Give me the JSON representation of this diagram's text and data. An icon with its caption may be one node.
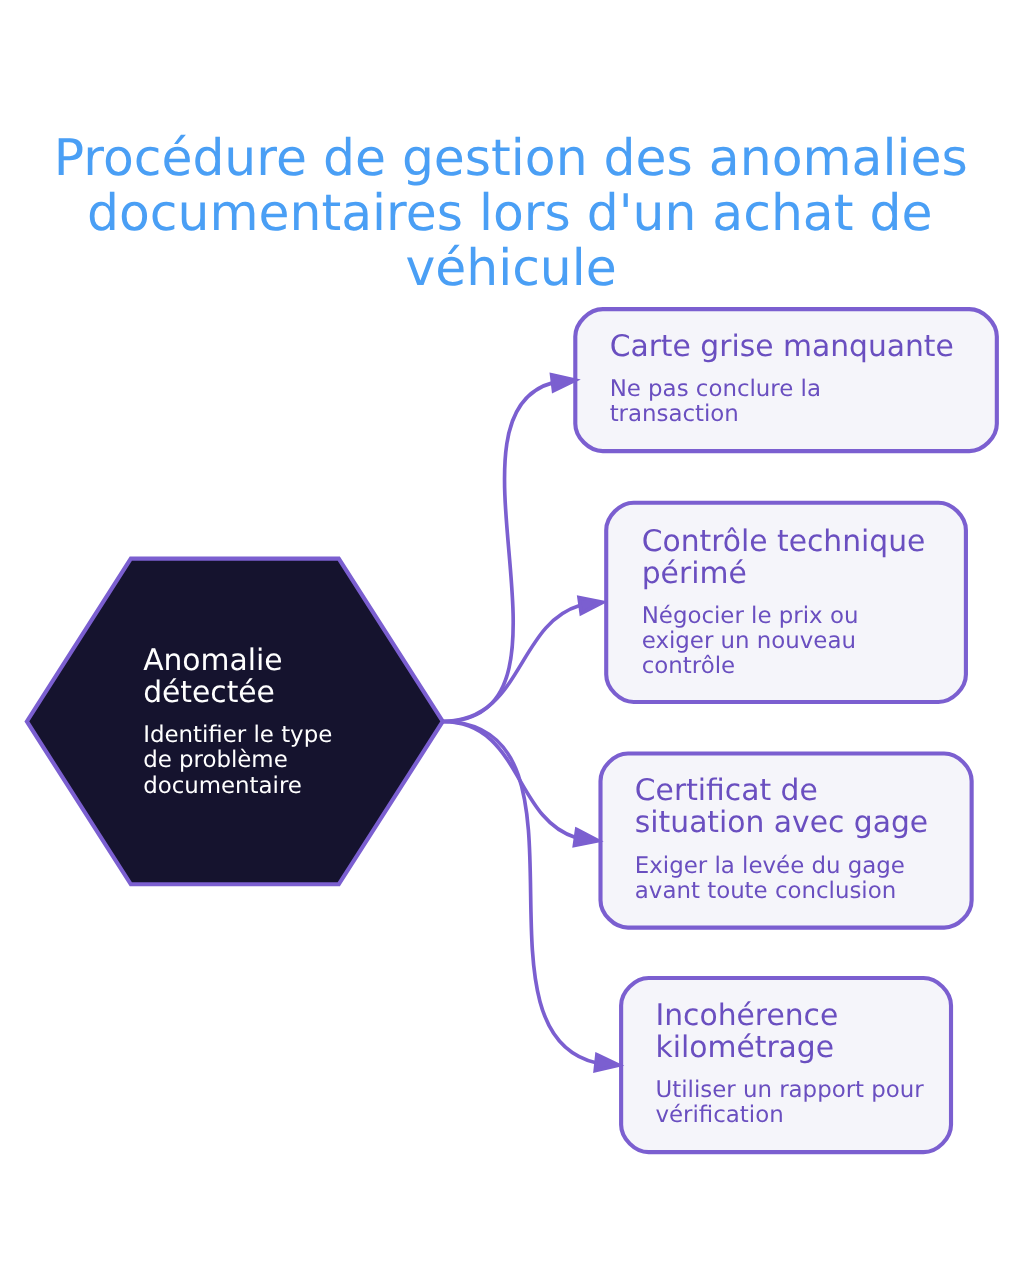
{
  "diagram": {
    "title": "Procédure de gestion des anomalies documentaires lors d'un achat de véhicule",
    "nodes": [
      {
        "text": [
          "Anomalie détectée",
          "Identifier le type de problème documentaire"
        ]
      },
      {
        "text": [
          "Carte grise manquante",
          "Ne pas conclure la transaction"
        ]
      },
      {
        "text": [
          "Contrôle technique périmé",
          "Négocier le prix ou exiger un nouveau contrôle"
        ]
      },
      {
        "text": [
          "Certificat de situation avec gage",
          "Exiger la levée du gage avant toute conclusion"
        ]
      },
      {
        "text": [
          "Incohérence kilométrage",
          "Utiliser un rapport pour vérification"
        ]
      }
    ],
    "edges": [
      {
        "from": 0,
        "to": 1,
        "arrow": "to"
      },
      {
        "from": 0,
        "to": 2,
        "arrow": "to"
      },
      {
        "from": 0,
        "to": 3,
        "arrow": "to"
      },
      {
        "from": 0,
        "to": 4,
        "arrow": "to"
      }
    ]
  }
}
